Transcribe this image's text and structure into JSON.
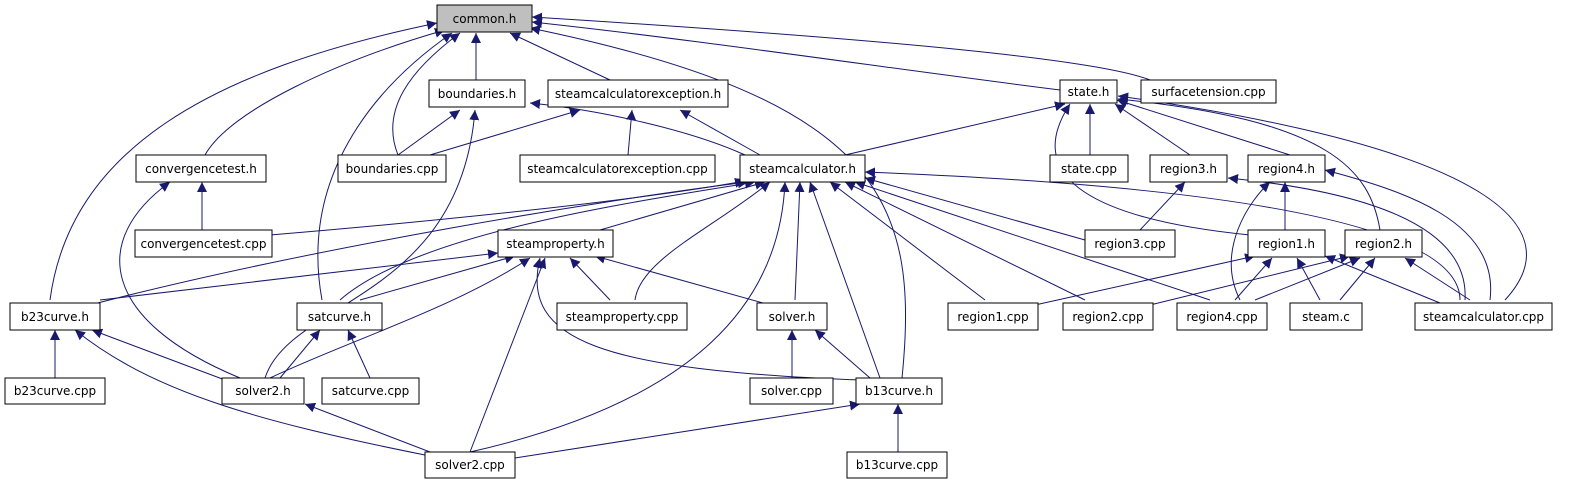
{
  "colors": {
    "edge": "#19196e",
    "arrowhead": "#19196e",
    "node_fill": "#ffffff",
    "node_highlight_fill": "#bfbfbf",
    "node_border": "#000000",
    "text": "#000000"
  },
  "nodes": [
    {
      "id": "common_h",
      "label": "common.h",
      "highlighted": true
    },
    {
      "id": "boundaries_h",
      "label": "boundaries.h"
    },
    {
      "id": "sce_h",
      "label": "steamcalculatorexception.h"
    },
    {
      "id": "state_h",
      "label": "state.h"
    },
    {
      "id": "surfacetension_cpp",
      "label": "surfacetension.cpp"
    },
    {
      "id": "convergencetest_h",
      "label": "convergencetest.h"
    },
    {
      "id": "boundaries_cpp",
      "label": "boundaries.cpp"
    },
    {
      "id": "sce_cpp",
      "label": "steamcalculatorexception.cpp"
    },
    {
      "id": "steamcalculator_h",
      "label": "steamcalculator.h"
    },
    {
      "id": "state_cpp",
      "label": "state.cpp"
    },
    {
      "id": "region3_h",
      "label": "region3.h"
    },
    {
      "id": "region4_h",
      "label": "region4.h"
    },
    {
      "id": "convergencetest_cpp",
      "label": "convergencetest.cpp"
    },
    {
      "id": "steamproperty_h",
      "label": "steamproperty.h"
    },
    {
      "id": "region3_cpp",
      "label": "region3.cpp"
    },
    {
      "id": "region1_h",
      "label": "region1.h"
    },
    {
      "id": "region2_h",
      "label": "region2.h"
    },
    {
      "id": "b23curve_h",
      "label": "b23curve.h"
    },
    {
      "id": "satcurve_h",
      "label": "satcurve.h"
    },
    {
      "id": "steamproperty_cpp",
      "label": "steamproperty.cpp"
    },
    {
      "id": "solver_h",
      "label": "solver.h"
    },
    {
      "id": "region1_cpp",
      "label": "region1.cpp"
    },
    {
      "id": "region2_cpp",
      "label": "region2.cpp"
    },
    {
      "id": "region4_cpp",
      "label": "region4.cpp"
    },
    {
      "id": "steam_c",
      "label": "steam.c"
    },
    {
      "id": "steamcalculator_cpp",
      "label": "steamcalculator.cpp"
    },
    {
      "id": "b23curve_cpp",
      "label": "b23curve.cpp"
    },
    {
      "id": "solver2_h",
      "label": "solver2.h"
    },
    {
      "id": "satcurve_cpp",
      "label": "satcurve.cpp"
    },
    {
      "id": "solver_cpp",
      "label": "solver.cpp"
    },
    {
      "id": "b13curve_h",
      "label": "b13curve.h"
    },
    {
      "id": "solver2_cpp",
      "label": "solver2.cpp"
    },
    {
      "id": "b13curve_cpp",
      "label": "b13curve.cpp"
    }
  ]
}
